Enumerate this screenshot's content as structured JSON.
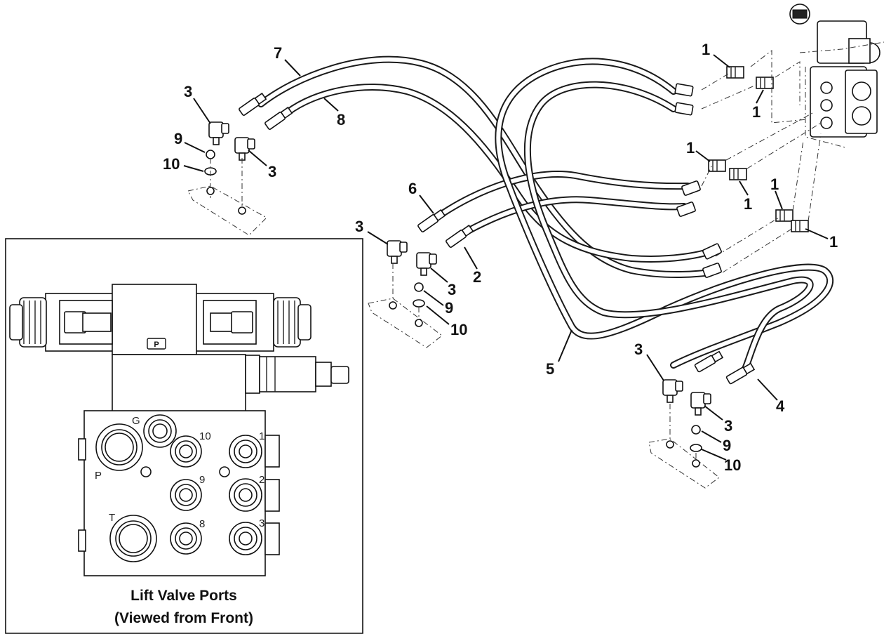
{
  "callouts": {
    "c1a": "1",
    "c1b": "1",
    "c1c": "1",
    "c1d": "1",
    "c1e": "1",
    "c1f": "1",
    "c2": "2",
    "c3a": "3",
    "c3b": "3",
    "c3c": "3",
    "c3d": "3",
    "c3e": "3",
    "c3f": "3",
    "c4": "4",
    "c5": "5",
    "c6": "6",
    "c7": "7",
    "c8": "8",
    "c9a": "9",
    "c9b": "9",
    "c9c": "9",
    "c10a": "10",
    "c10b": "10",
    "c10c": "10"
  },
  "inset": {
    "solenoid_marking": "P",
    "ports": {
      "g": "G",
      "p": "P",
      "t": "T",
      "p10": "10",
      "p9": "9",
      "p8": "8",
      "p1": "1",
      "p2": "2",
      "p3": "3"
    },
    "caption_line1": "Lift Valve Ports",
    "caption_line2": "(Viewed from Front)"
  }
}
